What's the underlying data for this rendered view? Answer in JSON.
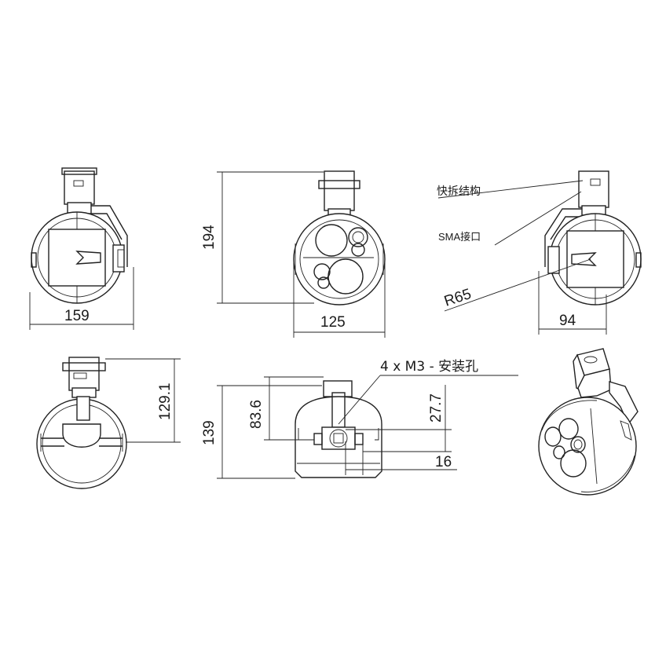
{
  "drawing": {
    "dimensions": {
      "front_width": "159",
      "side_height": "194",
      "side_width": "125",
      "rear_width": "94",
      "bottom_height": "129.1",
      "top_height_total": "139",
      "top_height_inner": "83.6",
      "hole_offset_v": "27.7",
      "hole_offset_h": "16"
    },
    "labels": {
      "quick_release": "快拆结构",
      "sma_port": "SMA接口",
      "radius": "R65",
      "mount_holes": "4 x  M3 - 安装孔"
    },
    "colors": {
      "line": "#222222",
      "background": "#ffffff"
    }
  }
}
